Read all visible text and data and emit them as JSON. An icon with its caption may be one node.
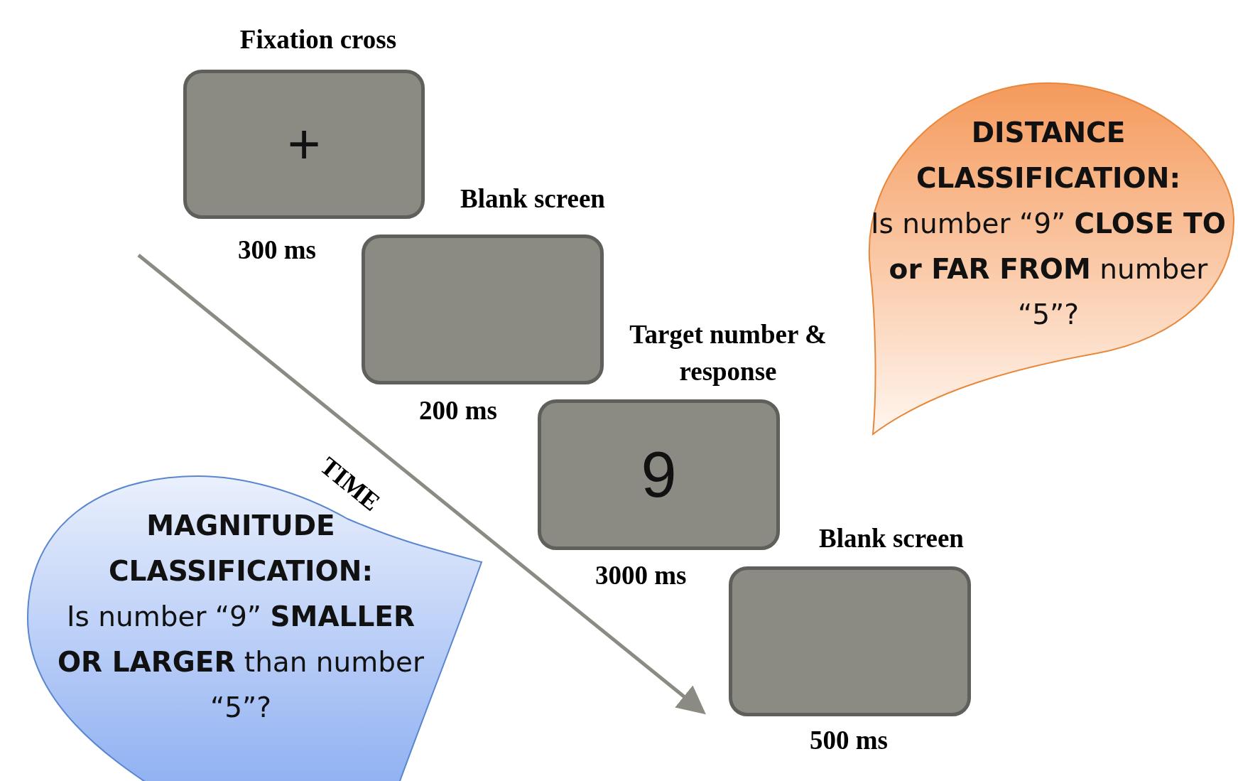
{
  "diagram": {
    "nodes": [
      {
        "text": [
          "Fixation cross",
          "+"
        ],
        "beside": [
          "300 ms"
        ]
      },
      {
        "text": [
          "Blank screen"
        ],
        "beside": [
          "200 ms"
        ]
      },
      {
        "text": [
          "Target number & response",
          "9"
        ],
        "beside": [
          "3000 ms"
        ]
      },
      {
        "text": [
          "Blank screen"
        ],
        "beside": [
          "500 ms"
        ]
      },
      {
        "text": [
          "DISTANCE CLASSIFICATION:",
          "Is number “9” **CLOSE TO or FAR FROM** number “5”?"
        ]
      },
      {
        "text": [
          "MAGNITUDE CLASSIFICATION:",
          "Is number “9” **SMALLER OR LARGER** than number “5”?"
        ]
      }
    ],
    "edges": [],
    "labels": [
      "TIME"
    ]
  }
}
